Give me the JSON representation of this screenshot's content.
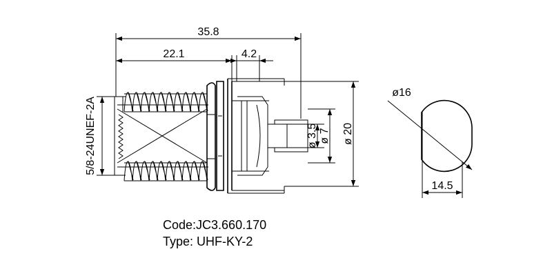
{
  "dimensions": {
    "overall_length": "35.8",
    "thread_length": "22.1",
    "flange_gap": "4.2",
    "thread_spec": "5/8-24UNEF-2A",
    "pin_diameter": "ø 3.5",
    "insulator_diameter": "ø 7",
    "body_diameter": "ø 20",
    "cutout_diameter": "ø16",
    "cutout_flat": "14.5"
  },
  "caption": {
    "code": "Code:JC3.660.170",
    "type": "Type: UHF-KY-2"
  }
}
